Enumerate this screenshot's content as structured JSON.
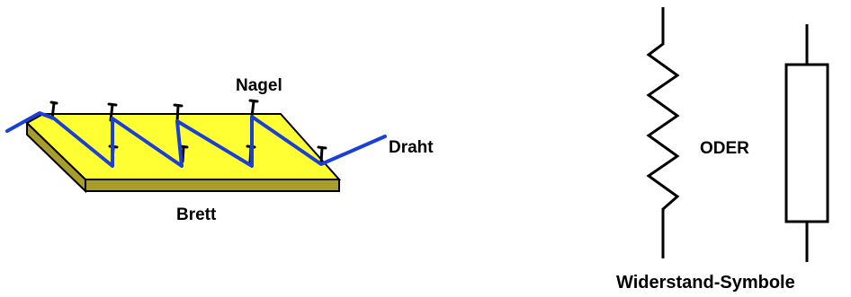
{
  "labels": {
    "nail": "Nagel",
    "wire": "Draht",
    "board": "Brett",
    "or": "ODER",
    "symbols": "Widerstand-Symbole"
  },
  "colors": {
    "board_top": "#ffff33",
    "board_side": "#a89c2a",
    "wire": "#1a3fd6",
    "nail": "#000000",
    "outline": "#000000",
    "background": "#ffffff"
  },
  "icons": {
    "nail": "nail-icon",
    "zigzag_resistor": "zigzag-resistor-symbol",
    "box_resistor": "box-resistor-symbol"
  }
}
